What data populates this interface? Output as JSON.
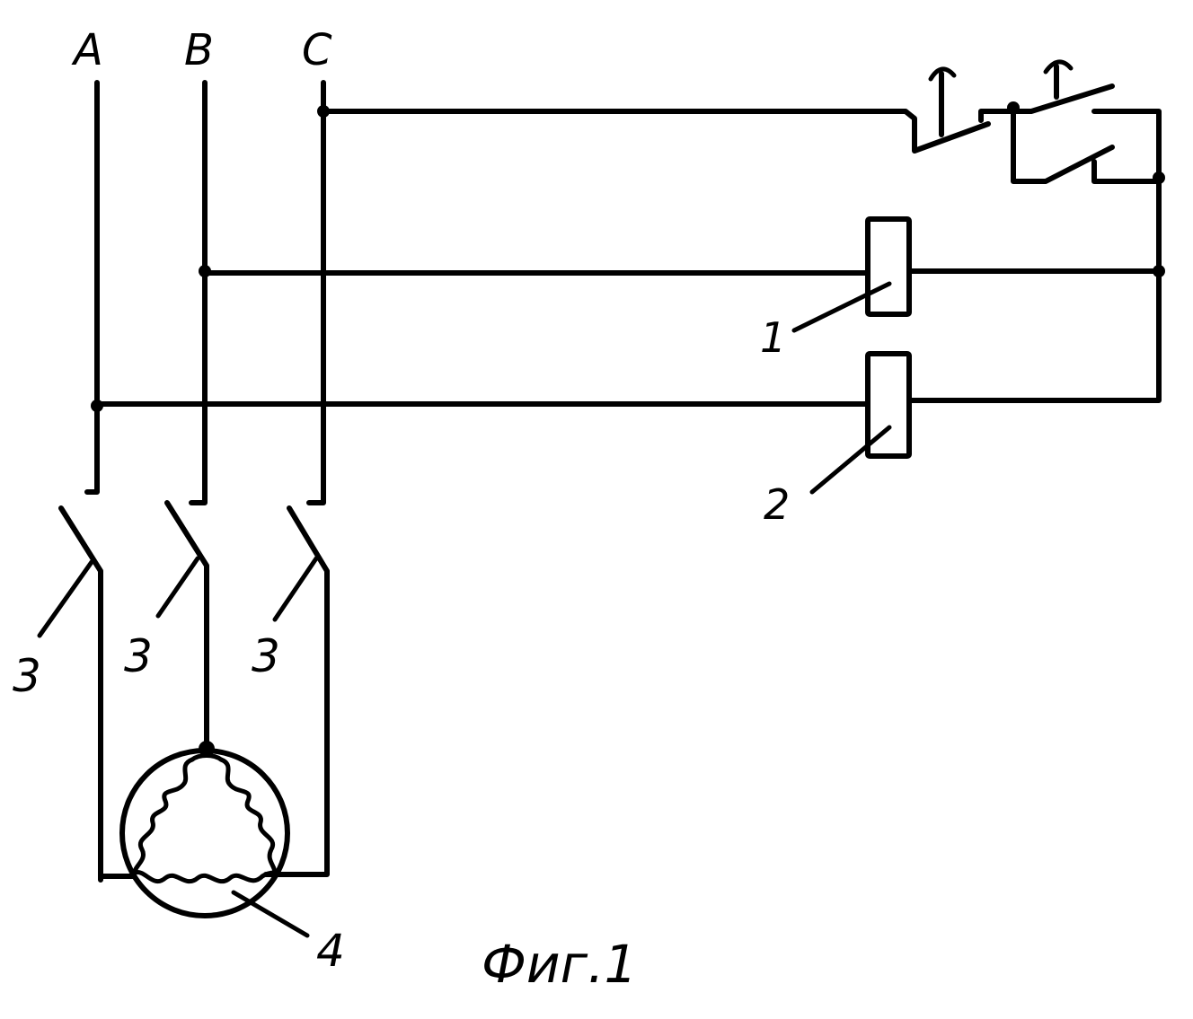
{
  "diagram": {
    "phases": {
      "a": "A",
      "b": "B",
      "c": "C"
    },
    "callouts": {
      "coil_1": "1",
      "coil_2": "2",
      "switch_a": "3",
      "switch_b": "3",
      "switch_c": "3",
      "motor": "4"
    },
    "caption": "Фиг.1"
  }
}
